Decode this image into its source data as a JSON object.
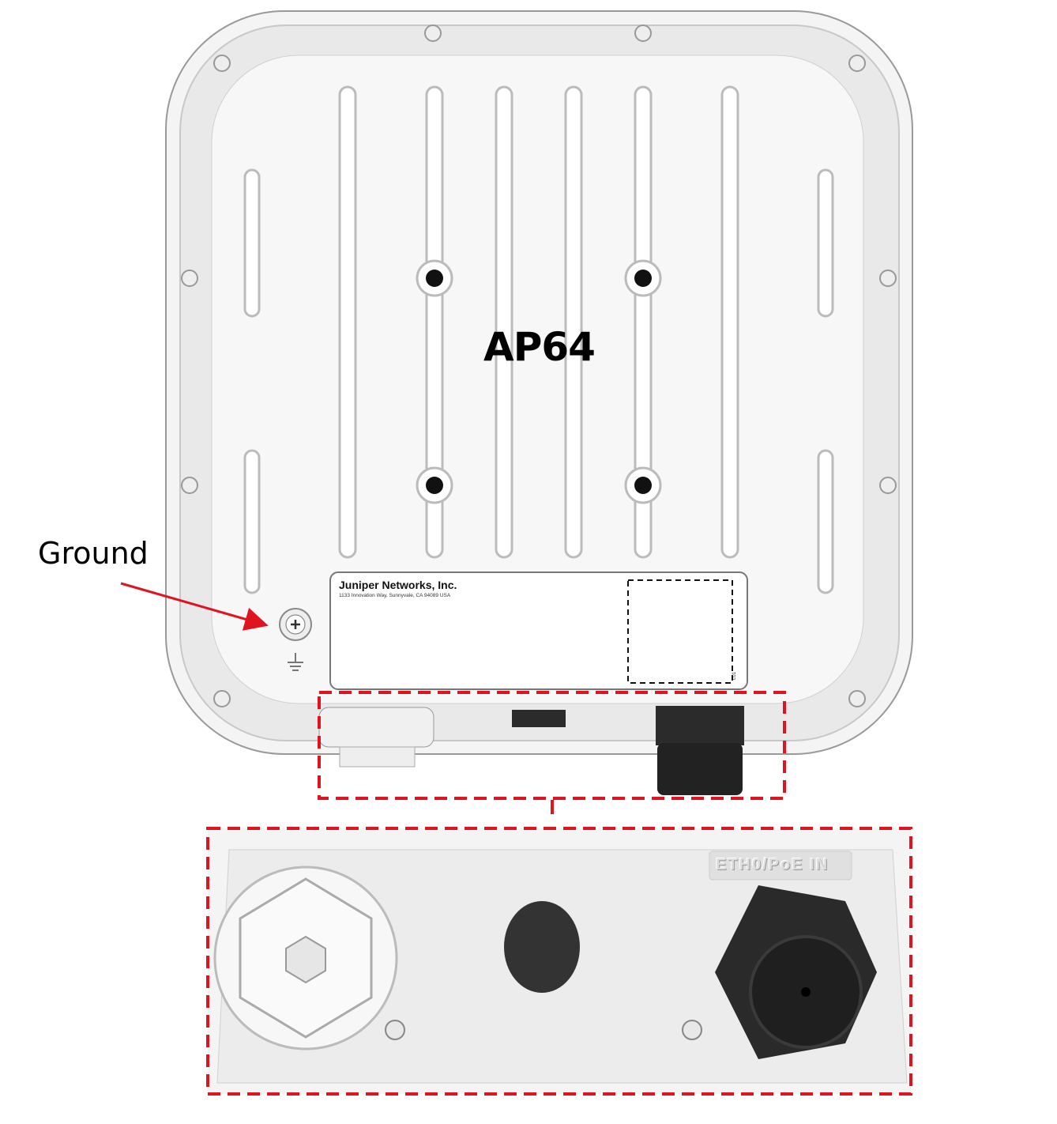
{
  "diagram": {
    "model_label": "AP64",
    "callout_label": "Ground",
    "label_sticker": {
      "company": "Juniper Networks, Inc.",
      "address": "1133 Innovation Way, Sunnyvale, CA 94089 USA",
      "code": "L01"
    },
    "port_label": "ETH0/PoE IN",
    "colors": {
      "highlight": "#e0141e",
      "arrow": "#e0141e",
      "housing": "#f2f2f2",
      "connector": "#2b2b2b"
    }
  }
}
